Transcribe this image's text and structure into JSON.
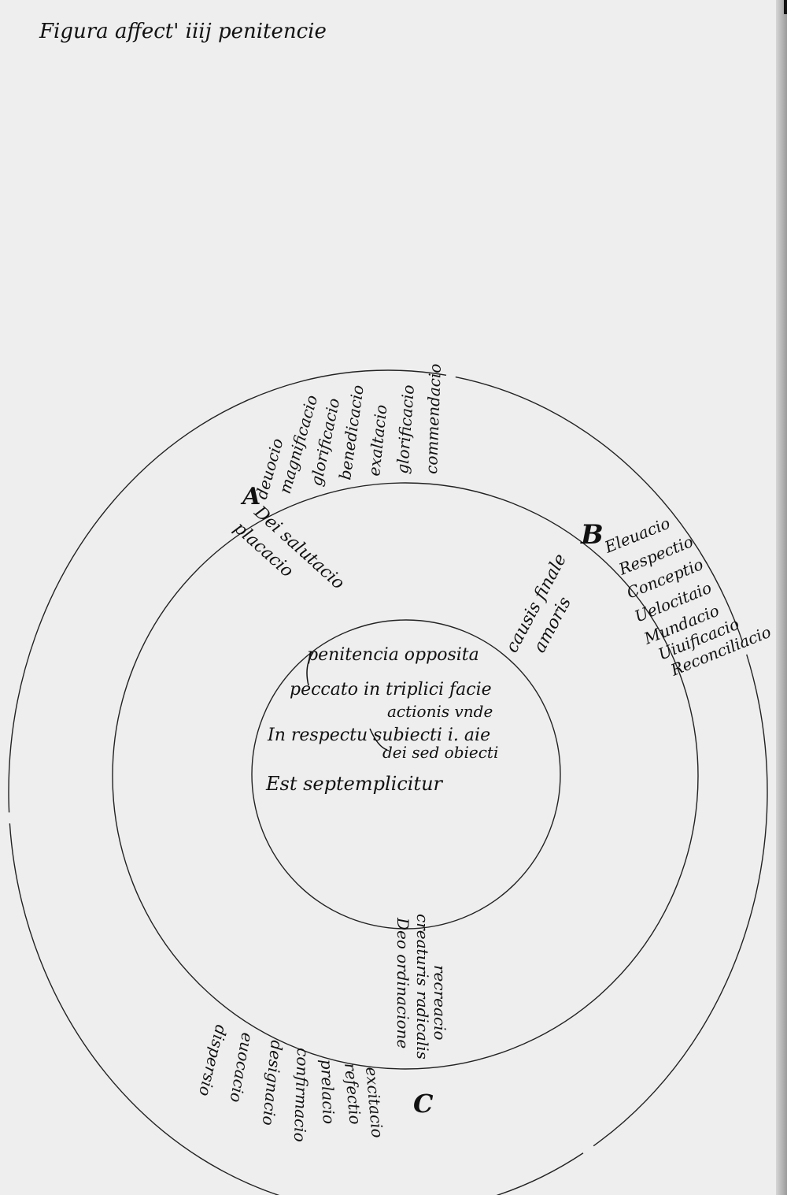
{
  "title": "Figura affect' iiij penitencie",
  "center": {
    "lines": [
      "penitencia opposita",
      "peccato in triplici facie",
      "actionis vnde",
      "In respectu subiecti i. aie",
      "dei sed obiecti",
      "Est septemplicitur"
    ]
  },
  "section_letters": [
    "A",
    "B",
    "C"
  ],
  "upper_left": {
    "inner_lines": [
      "Dei salutacio",
      "placacio"
    ],
    "outer_words": [
      "deuocio",
      "magnificacio",
      "glorificacio",
      "benedicacio",
      "exaltacio",
      "glorificacio",
      "commendacio"
    ]
  },
  "right": {
    "inner_lines": [
      "causis finale",
      "amoris"
    ],
    "outer_words": [
      "Eleuacio",
      "Respectio",
      "Conceptio",
      "Uelocitaio",
      "Mundacio",
      "Uiuificacio",
      "Reconciliacio"
    ]
  },
  "bottom": {
    "inner_lines": [
      "Deo ordinacione",
      "creaturis radicalis",
      "recreacio"
    ],
    "outer_words": [
      "excitacio",
      "refectio",
      "prelacio",
      "confirmacio",
      "designacio",
      "euocacio",
      "dispersio"
    ]
  },
  "colors": {
    "ink": "#111111",
    "paper": "#eeeeee"
  }
}
